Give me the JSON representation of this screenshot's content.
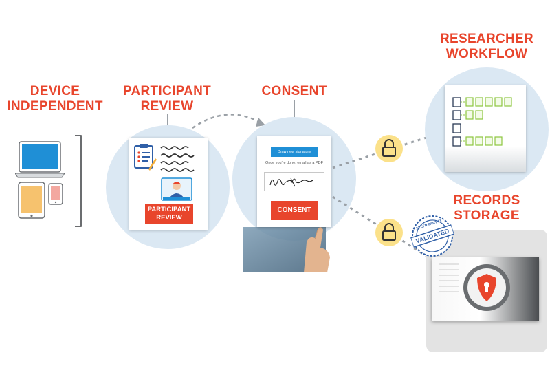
{
  "headings": {
    "device": [
      "DEVICE",
      "INDEPENDENT"
    ],
    "participant": [
      "PARTICIPANT",
      "REVIEW"
    ],
    "consent": "CONSENT",
    "researcher": [
      "RESEARCHER",
      "WORKFLOW"
    ],
    "records": [
      "RECORDS",
      "STORAGE"
    ]
  },
  "participant_card": {
    "button_line1": "PARTICIPANT",
    "button_line2": "REVIEW"
  },
  "consent_card": {
    "draw_button": "Draw new signature",
    "email_note": "Once you're done, email as a PDF",
    "consent_button": "CONSENT"
  },
  "stamp": {
    "text": "VALIDATED",
    "ring_text": "21 CFR PART 11"
  },
  "colors": {
    "accent_red": "#e8452c",
    "circle_blue": "#dbe8f3",
    "lock_yellow": "#fbe18a",
    "doc_green": "#8dc63f",
    "stamp_blue": "#2f5fa7"
  }
}
